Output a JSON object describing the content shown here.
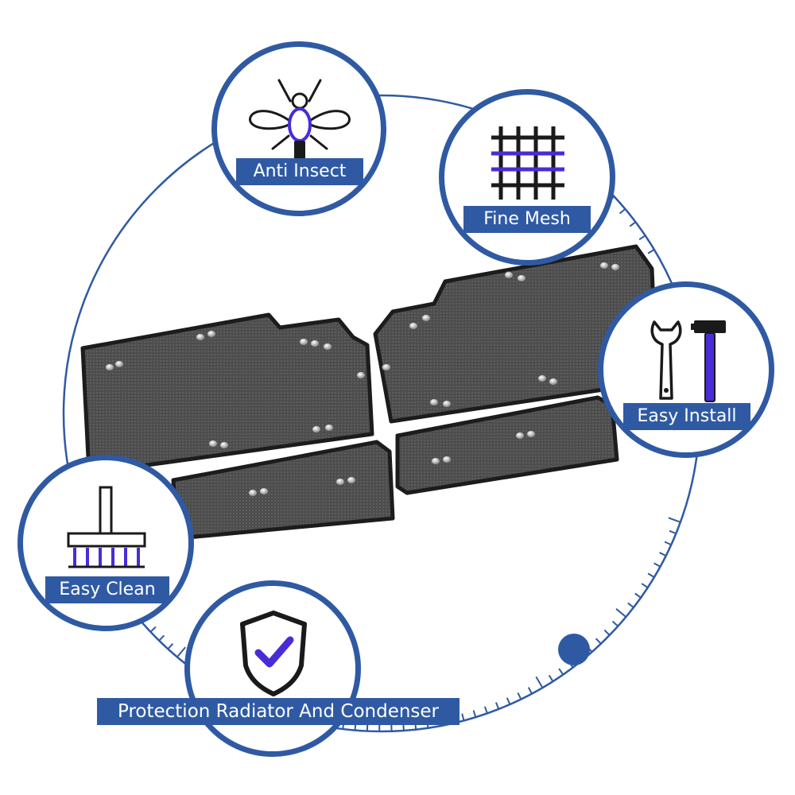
{
  "features": {
    "anti_insect": {
      "label": "Anti Insect",
      "icon": "insect-icon"
    },
    "fine_mesh": {
      "label": "Fine Mesh",
      "icon": "mesh-grid-icon"
    },
    "easy_install": {
      "label": "Easy Install",
      "icon": "wrench-hammer-icon"
    },
    "easy_clean": {
      "label": "Easy Clean",
      "icon": "brush-icon"
    },
    "protection": {
      "label": "Protection Radiator And Condenser",
      "icon": "shield-check-icon"
    }
  },
  "product": {
    "name": "grille-insect-screen-panels",
    "panel_count": 4
  },
  "colors": {
    "accent": "#2f5aa3",
    "icon_highlight": "#4b2bd6",
    "icon_dark": "#1a1a1a",
    "mesh": "#4a4a4a"
  }
}
